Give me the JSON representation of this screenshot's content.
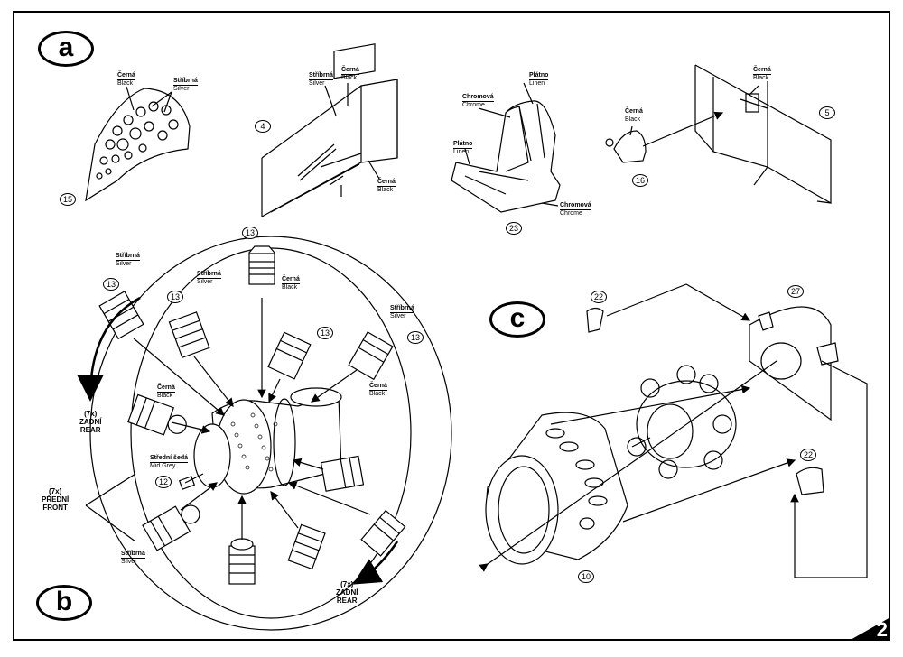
{
  "sections": {
    "a": "a",
    "b": "b",
    "c": "c"
  },
  "page_number": "2",
  "part_numbers": {
    "p15": "15",
    "p4": "4",
    "p23": "23",
    "p16": "16",
    "p5": "5",
    "p13a": "13",
    "p13b": "13",
    "p13c": "13",
    "p13d": "13",
    "p13e": "13",
    "p12": "12",
    "p10": "10",
    "p22a": "22",
    "p22b": "22",
    "p27": "27"
  },
  "labels": {
    "a1": {
      "cz": "Černá",
      "en": "Black"
    },
    "a2": {
      "cz": "Stříbrná",
      "en": "Silver"
    },
    "a3": {
      "cz": "Stříbrná",
      "en": "Silver"
    },
    "a4": {
      "cz": "Černá",
      "en": "Black"
    },
    "a5": {
      "cz": "Černá",
      "en": "Black"
    },
    "a6": {
      "cz": "Plátno",
      "en": "Linen"
    },
    "a7": {
      "cz": "Chromová",
      "en": "Chrome"
    },
    "a8": {
      "cz": "Plátno",
      "en": "Linen"
    },
    "a9": {
      "cz": "Chromová",
      "en": "Chrome"
    },
    "a10": {
      "cz": "Černá",
      "en": "Black"
    },
    "a11": {
      "cz": "Černá",
      "en": "Black"
    },
    "b1": {
      "cz": "Stříbrná",
      "en": "Silver"
    },
    "b2": {
      "cz": "Stříbrná",
      "en": "Silver"
    },
    "b3": {
      "cz": "Černá",
      "en": "Black"
    },
    "b4": {
      "cz": "Stříbrná",
      "en": "Silver"
    },
    "b5": {
      "cz": "Černá",
      "en": "Black"
    },
    "b6": {
      "cz": "Černá",
      "en": "Black"
    },
    "b7": {
      "cz": "Střední šedá",
      "en": "Mid Grey"
    },
    "b8": {
      "cz": "Stříbrná",
      "en": "Silver"
    }
  },
  "quantities": {
    "rear1": {
      "count": "(7x)",
      "cz": "ZADNÍ",
      "en": "REAR"
    },
    "front": {
      "count": "(7x)",
      "cz": "PŘEDNÍ",
      "en": "FRONT"
    },
    "rear2": {
      "count": "(7x)",
      "cz": "ZADNÍ",
      "en": "REAR"
    }
  }
}
